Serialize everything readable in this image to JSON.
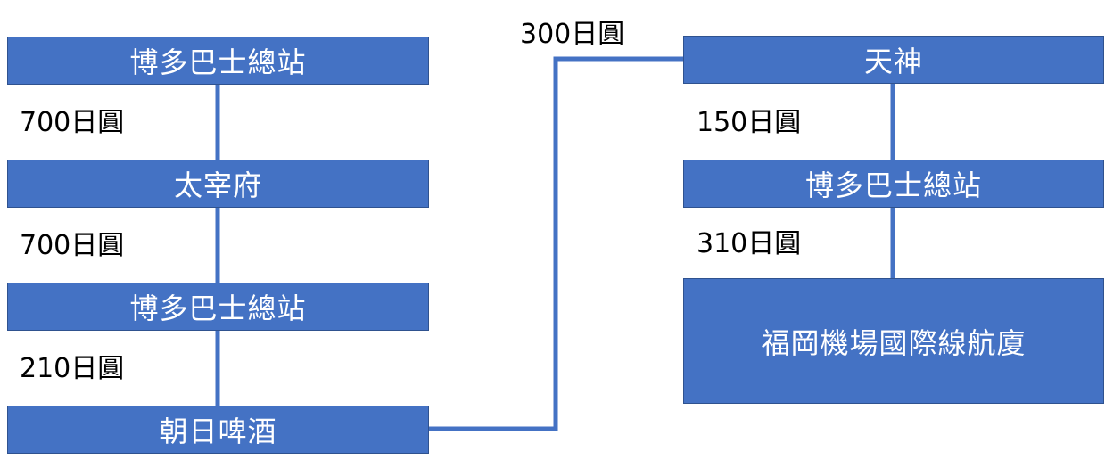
{
  "left_route": {
    "stops": [
      "博多巴士總站",
      "太宰府",
      "博多巴士總站",
      "朝日啤酒"
    ],
    "fares": [
      "700日圓",
      "700日圓",
      "210日圓"
    ]
  },
  "transfer_fare": "300日圓",
  "right_route": {
    "stops": [
      "天神",
      "博多巴士總站",
      "福岡機場國際線航廈"
    ],
    "fares": [
      "150日圓",
      "310日圓"
    ]
  },
  "colors": {
    "box_fill": "#4472c4",
    "box_border": "#2f528f",
    "connector": "#4472c4",
    "box_text": "#ffffff"
  }
}
